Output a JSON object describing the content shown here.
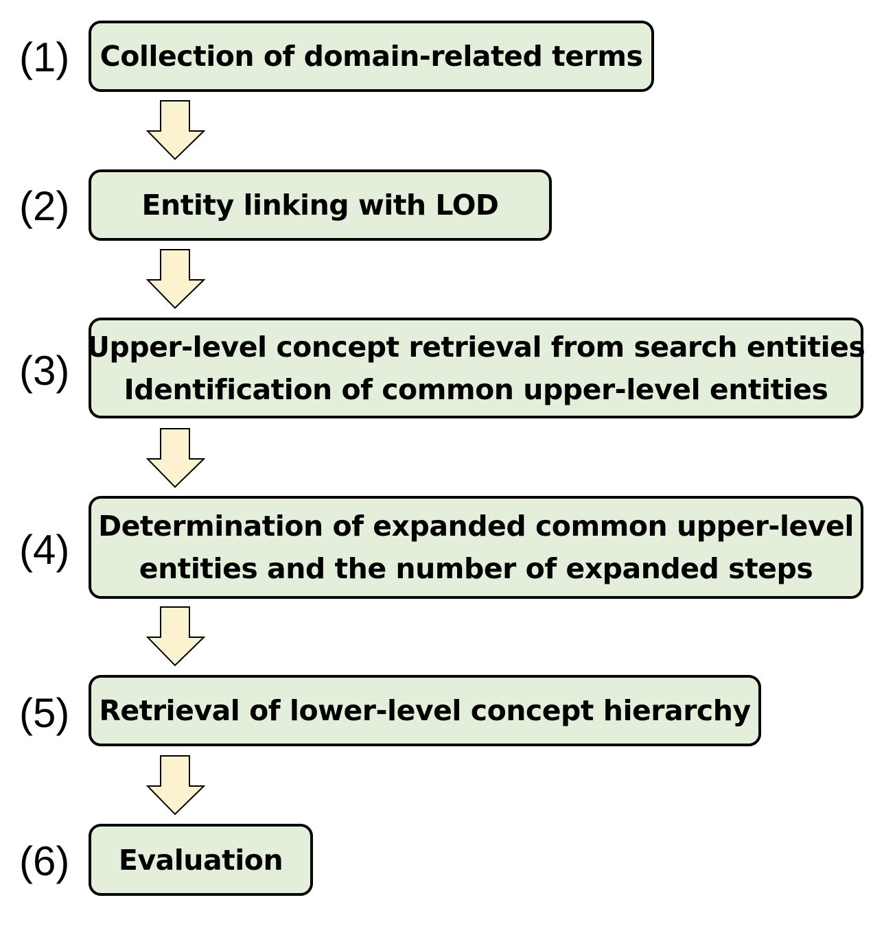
{
  "steps": [
    {
      "number": "(1)",
      "lines": [
        "Collection of domain-related terms"
      ]
    },
    {
      "number": "(2)",
      "lines": [
        "Entity linking with LOD"
      ]
    },
    {
      "number": "(3)",
      "lines": [
        "Upper-level concept retrieval from search entities",
        "Identification of common upper-level entities"
      ]
    },
    {
      "number": "(4)",
      "lines": [
        "Determination of expanded common upper-level",
        "entities and the number of expanded steps"
      ]
    },
    {
      "number": "(5)",
      "lines": [
        "Retrieval of lower-level concept hierarchy"
      ]
    },
    {
      "number": "(6)",
      "lines": [
        "Evaluation"
      ]
    }
  ],
  "colors": {
    "box_fill": "#e3eedb",
    "box_border": "#000000",
    "arrow_fill": "#fbf3d0",
    "arrow_stroke": "#000000"
  },
  "icons": {
    "connector": "down-arrow-icon"
  }
}
